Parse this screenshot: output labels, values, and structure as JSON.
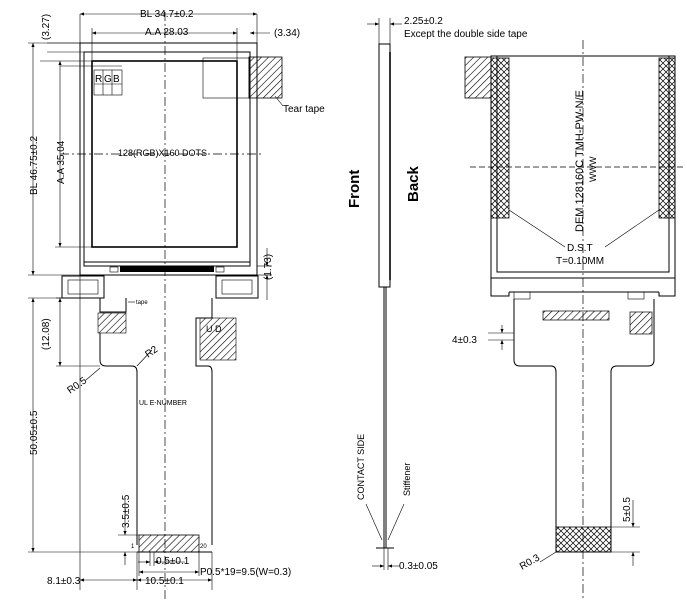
{
  "front_view": {
    "bl_width": "BL 34.7±0.2",
    "aa_width": "A.A 28.03",
    "top_offset": "(3.27)",
    "right_offset": "(3.34)",
    "bl_height": "BL 46.75±0.2",
    "aa_height": "A.A 35.04",
    "resolution": "128(RGB)X160 DOTS",
    "pixel_r": "R",
    "pixel_g": "G",
    "pixel_b": "B",
    "tear_tape": "Tear tape",
    "bottom_offset": "(1.73)",
    "tape": "tape",
    "fpc_gap": "(12.08)",
    "corner_r2": "R2",
    "corner_r05": "R0.5",
    "ul_mark": "UL E-NUMBER",
    "ud_mark": "U D",
    "fpc_length": "50.05±0.5",
    "stiffener_len": "3.5±0.5",
    "pin_first": "1",
    "pin_last": "20",
    "pin_width": "0.5±0.1",
    "pitch": "P0.5*19=9.5(W=0.3)",
    "left_edge": "8.1±0.3",
    "fpc_width": "10.5±0.1"
  },
  "side_view": {
    "thickness": "2.25±0.2",
    "tape_note": "Except the double side tape",
    "front": "Front",
    "back": "Back",
    "contact_side": "CONTACT SIDE",
    "stiffener": "Stiffener",
    "fpc_thickness": "0.3±0.05"
  },
  "back_view": {
    "model": "DEM 128160C TMH-PW-N/E",
    "date_code": "WWW",
    "dst": "D.S.T",
    "tape_thickness": "T=0.10MM",
    "fpc_offset": "4±0.3",
    "stiffener_len": "5±0.5",
    "corner_r03": "R0.3"
  }
}
